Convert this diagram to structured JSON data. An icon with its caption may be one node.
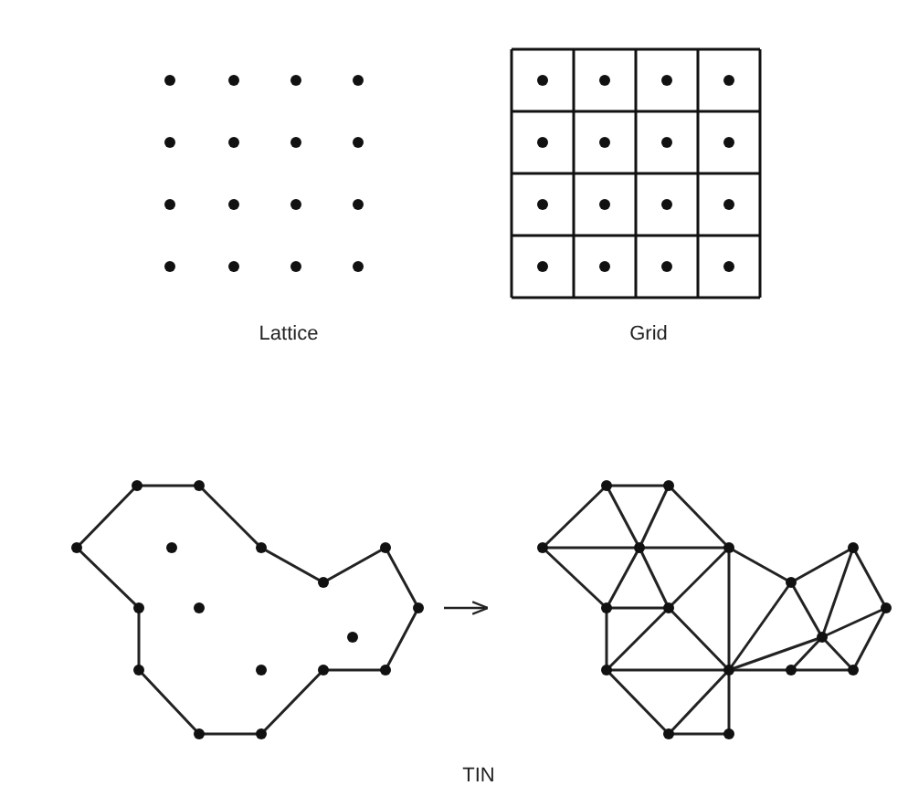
{
  "diagram": {
    "nodes": [
      {
        "text": [],
        "shape": "picture"
      },
      {
        "text": [],
        "shape": "picture"
      }
    ],
    "edges": [
      {
        "from": 0,
        "to": 1,
        "arrow": "to"
      }
    ],
    "labels": [
      "Lattice",
      "Grid",
      "TIN"
    ]
  }
}
